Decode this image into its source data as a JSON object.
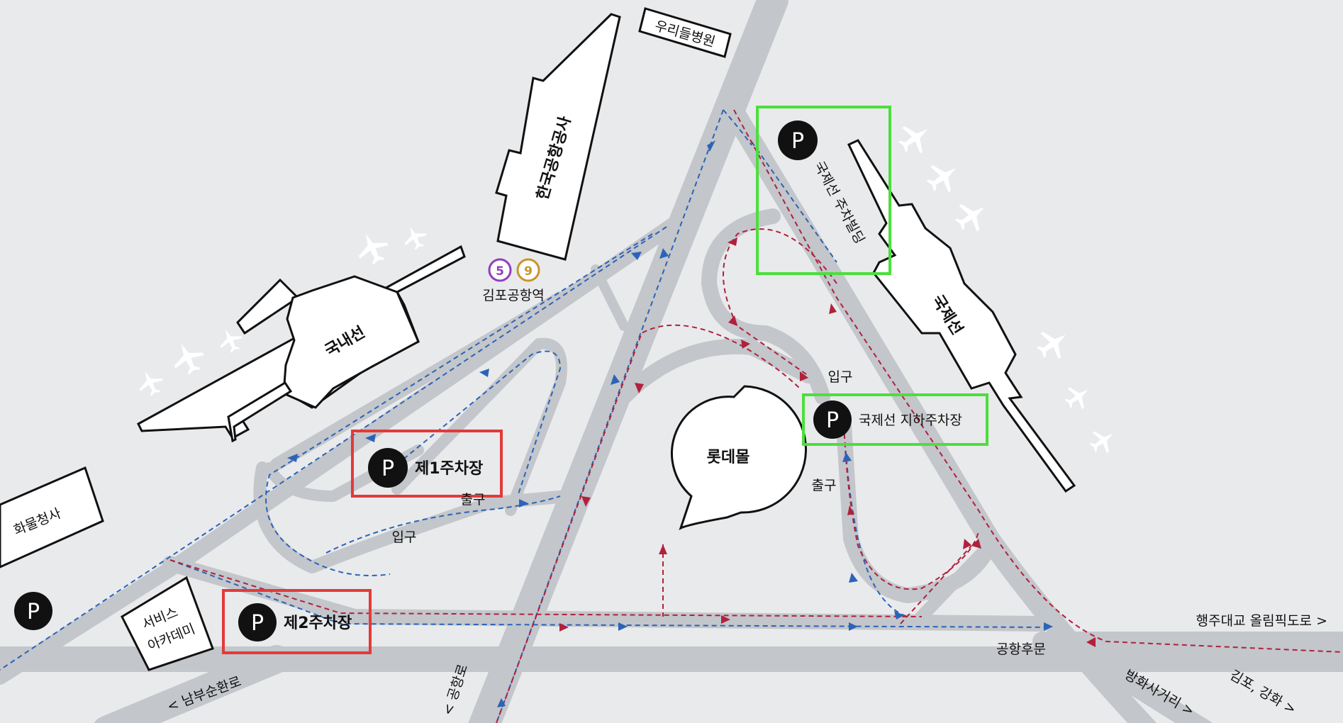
{
  "map": {
    "buildings": {
      "hospital": "우리들병원",
      "kac": "한국공항공사",
      "domestic": "국내선",
      "international": "국제선",
      "cargo": "화물청사",
      "academy_line1": "서비스",
      "academy_line2": "아카데미",
      "lotte": "롯데몰"
    },
    "station": {
      "name": "김포공항역",
      "lines": [
        "5",
        "9"
      ],
      "line_colors": [
        "#8e3fbf",
        "#c8952c"
      ]
    },
    "parking": {
      "p_symbol": "P",
      "lot1": "제1주차장",
      "lot2": "제2주차장",
      "intl_building": "국제선 주차빌딩",
      "intl_underground": "국제선 지하주차장"
    },
    "labels": {
      "entrance": "입구",
      "exit": "출구",
      "airport_rear_gate": "공항후문"
    },
    "roads": {
      "haengju": "행주대교 올림픽도로 >",
      "gimpo_ganghwa": "김포, 강화 >",
      "banghwa": "방화사거리 >",
      "nambu": "< 남부순환로",
      "gonghang": "< 공항로"
    },
    "highlights": {
      "red": "#e23a3a",
      "green": "#4cdf3c"
    },
    "route_colors": {
      "blue": "#2c63b8",
      "red": "#b0213c"
    }
  }
}
